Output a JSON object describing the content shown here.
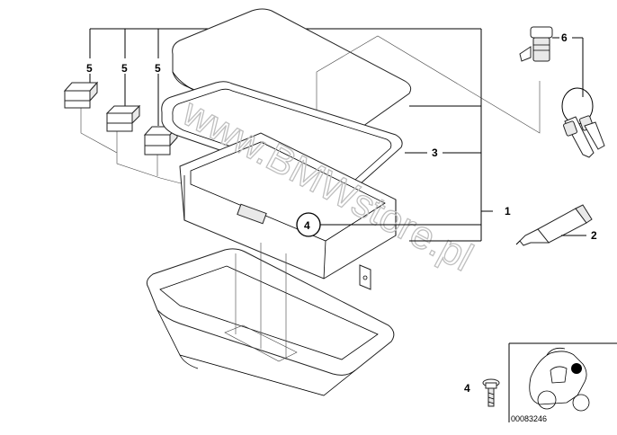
{
  "labels": {
    "main_assembly": "1",
    "adhesive_tube": "2",
    "seal_frame": "3",
    "screw_callout": "4",
    "screw_legend": "4",
    "buffer_a": "5",
    "buffer_b": "5",
    "buffer_c": "5",
    "lock_cylinder": "6"
  },
  "watermark": "www.BMWstore.pl",
  "diagram_code": "00083246",
  "colors": {
    "line": "#000000",
    "watermark": "#bfbfbf",
    "highlight": "#000000"
  }
}
